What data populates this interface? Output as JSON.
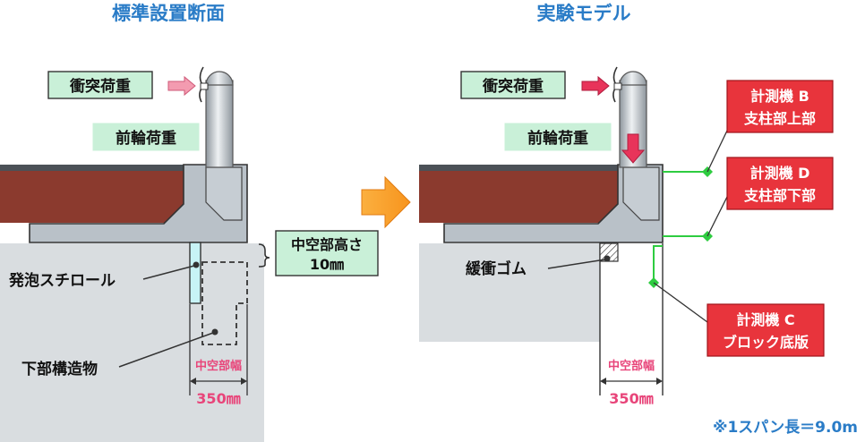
{
  "left_title": "標準設置断面",
  "right_title": "実験モデル",
  "left": {
    "impact_load": "衝突荷重",
    "front_wheel_load": "前輪荷重",
    "hollow_height_line1": "中空部高さ",
    "hollow_height_line2": "10㎜",
    "styrofoam": "発泡スチロール",
    "substructure": "下部構造物",
    "hollow_width": "中空部幅",
    "dimension": "350㎜"
  },
  "right": {
    "impact_load": "衝突荷重",
    "front_wheel_load": "前輪荷重",
    "rubber": "緩衝ゴム",
    "hollow_width": "中空部幅",
    "dimension": "350㎜",
    "gauge_b_line1": "計測機 B",
    "gauge_b_line2": "支柱部上部",
    "gauge_d_line1": "計測機 D",
    "gauge_d_line2": "支柱部下部",
    "gauge_c_line1": "計測機 C",
    "gauge_c_line2": "ブロック底版"
  },
  "note": "※1スパン長＝9.0m",
  "colors": {
    "title": "#2a7cc7",
    "pavement": "#8b3a2e",
    "concrete": "#b9c1c8",
    "label_bg": "#c9f0d8",
    "gauge_red": "#e8343c",
    "gauge_green": "#2ecc40",
    "dimension_pink": "#e8457a",
    "arrow_orange": "#f7941d"
  }
}
